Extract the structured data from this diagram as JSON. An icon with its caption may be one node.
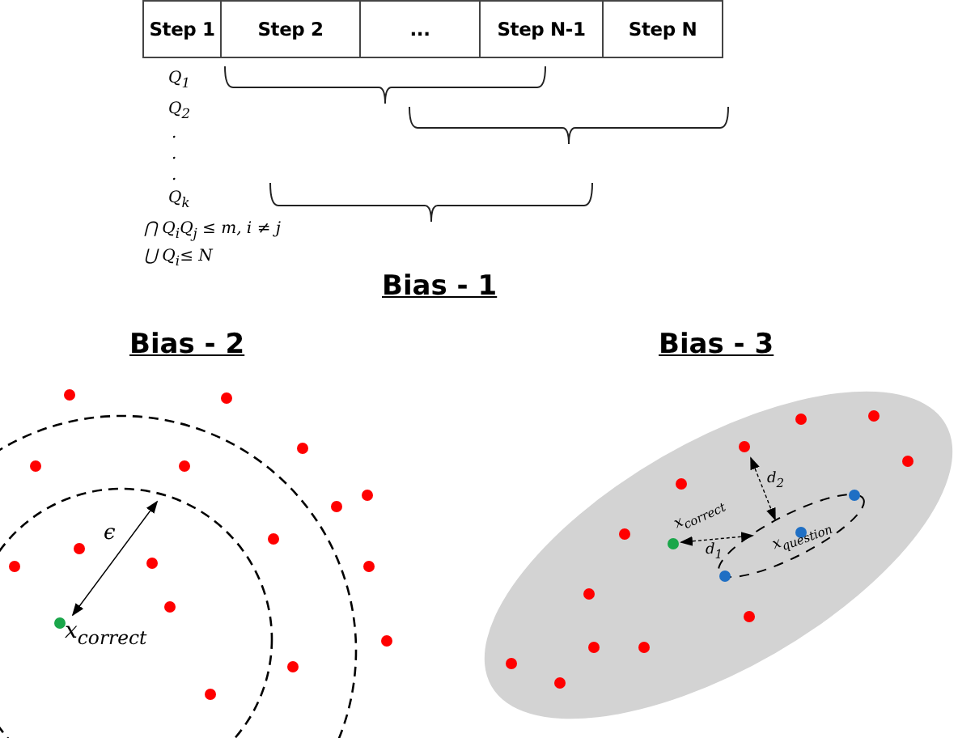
{
  "diagram": {
    "nodes": [
      {
        "text": [
          "Step 1"
        ]
      },
      {
        "text": [
          "Step 2"
        ]
      },
      {
        "text": [
          "..."
        ]
      },
      {
        "text": [
          "Step N-1"
        ]
      },
      {
        "text": [
          "Step N"
        ]
      }
    ],
    "labels": [
      "Q$_{1}$",
      "Q$_{2}$",
      ".",
      ".",
      ".",
      "Q$_{k}$",
      "⋂ Q$_{i}$Q$_{j}$ ≤ m, i ≠ j",
      "⋃ Q$_{i}$≤ N",
      "Bias - 1",
      "Bias -  2",
      "Bias - 3",
      "ϵ",
      "x$_{correct}$",
      "x$_{correct}$",
      "d$_{1}$",
      "d$_{2}$",
      "x$_{question}$"
    ]
  }
}
